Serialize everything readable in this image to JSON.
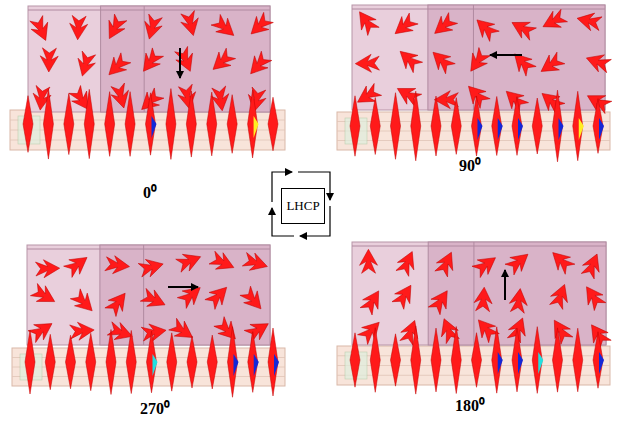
{
  "diagram": {
    "nodes": [
      {
        "text": [
          "LHCP"
        ]
      }
    ],
    "labels": [
      "0⁰",
      "90⁰",
      "270⁰",
      "180⁰"
    ]
  }
}
